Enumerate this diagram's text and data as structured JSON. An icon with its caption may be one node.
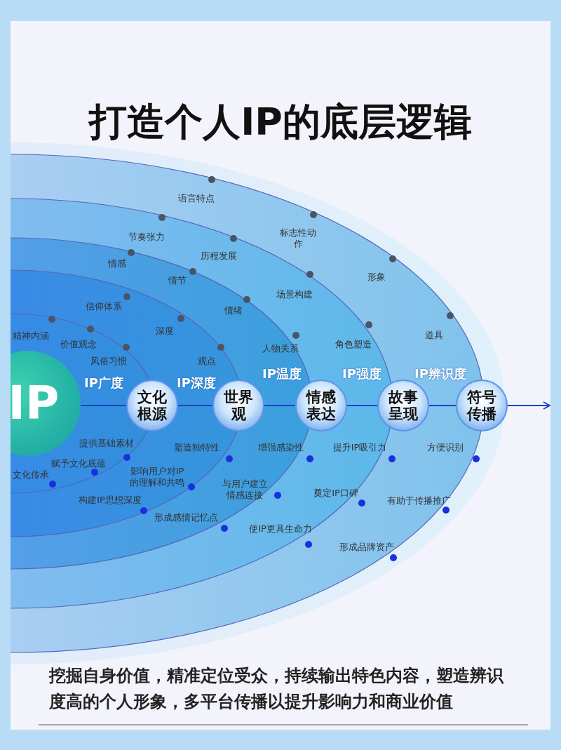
{
  "diagram": {
    "title": "打造个人IP的底层逻辑",
    "caption": "挖掘自身价值，精准定位受众，持续输出特色内容，塑造辨识度高的个人形象，多平台传播以提升影响力和商业价值",
    "nodes": [
      {
        "text": [
          "IP"
        ]
      },
      {
        "text": [
          "文化根源"
        ]
      },
      {
        "text": [
          "世界观"
        ]
      },
      {
        "text": [
          "情感表达"
        ]
      },
      {
        "text": [
          "故事呈现"
        ]
      },
      {
        "text": [
          "符号传播"
        ]
      }
    ],
    "edges": [
      {
        "from": 0,
        "to": 1,
        "arrow": "none"
      },
      {
        "from": 1,
        "to": 2,
        "arrow": "none"
      },
      {
        "from": 2,
        "to": 3,
        "arrow": "none"
      },
      {
        "from": 3,
        "to": 4,
        "arrow": "none"
      },
      {
        "from": 4,
        "to": 5,
        "arrow": "none"
      },
      {
        "from": 5,
        "to": null,
        "arrow": "to"
      }
    ],
    "labels": [
      "语言特点",
      "节奏张力",
      "标志性动作",
      "情感",
      "历程发展",
      "情节",
      "形象",
      "场景构建",
      "信仰体系",
      "情绪",
      "道具",
      "深度",
      "精神内涵",
      "价值观念",
      "角色塑造",
      "人物关系",
      "风俗习惯",
      "观点",
      "IP广度",
      "IP深度",
      "IP温度",
      "IP强度",
      "IP辨识度",
      "提供基础素材",
      "塑造独特性",
      "增强感染性",
      "提升IP吸引力",
      "方便识别",
      "赋予文化底蕴",
      "影响用户对IP的理解和共鸣",
      "与用户建立情感连接",
      "奠定IP口碑",
      "有助于传播推广",
      "文化传承",
      "构建IP思想深度",
      "形成感情记忆点",
      "使IP更具生命力",
      "形成品牌资产"
    ]
  }
}
